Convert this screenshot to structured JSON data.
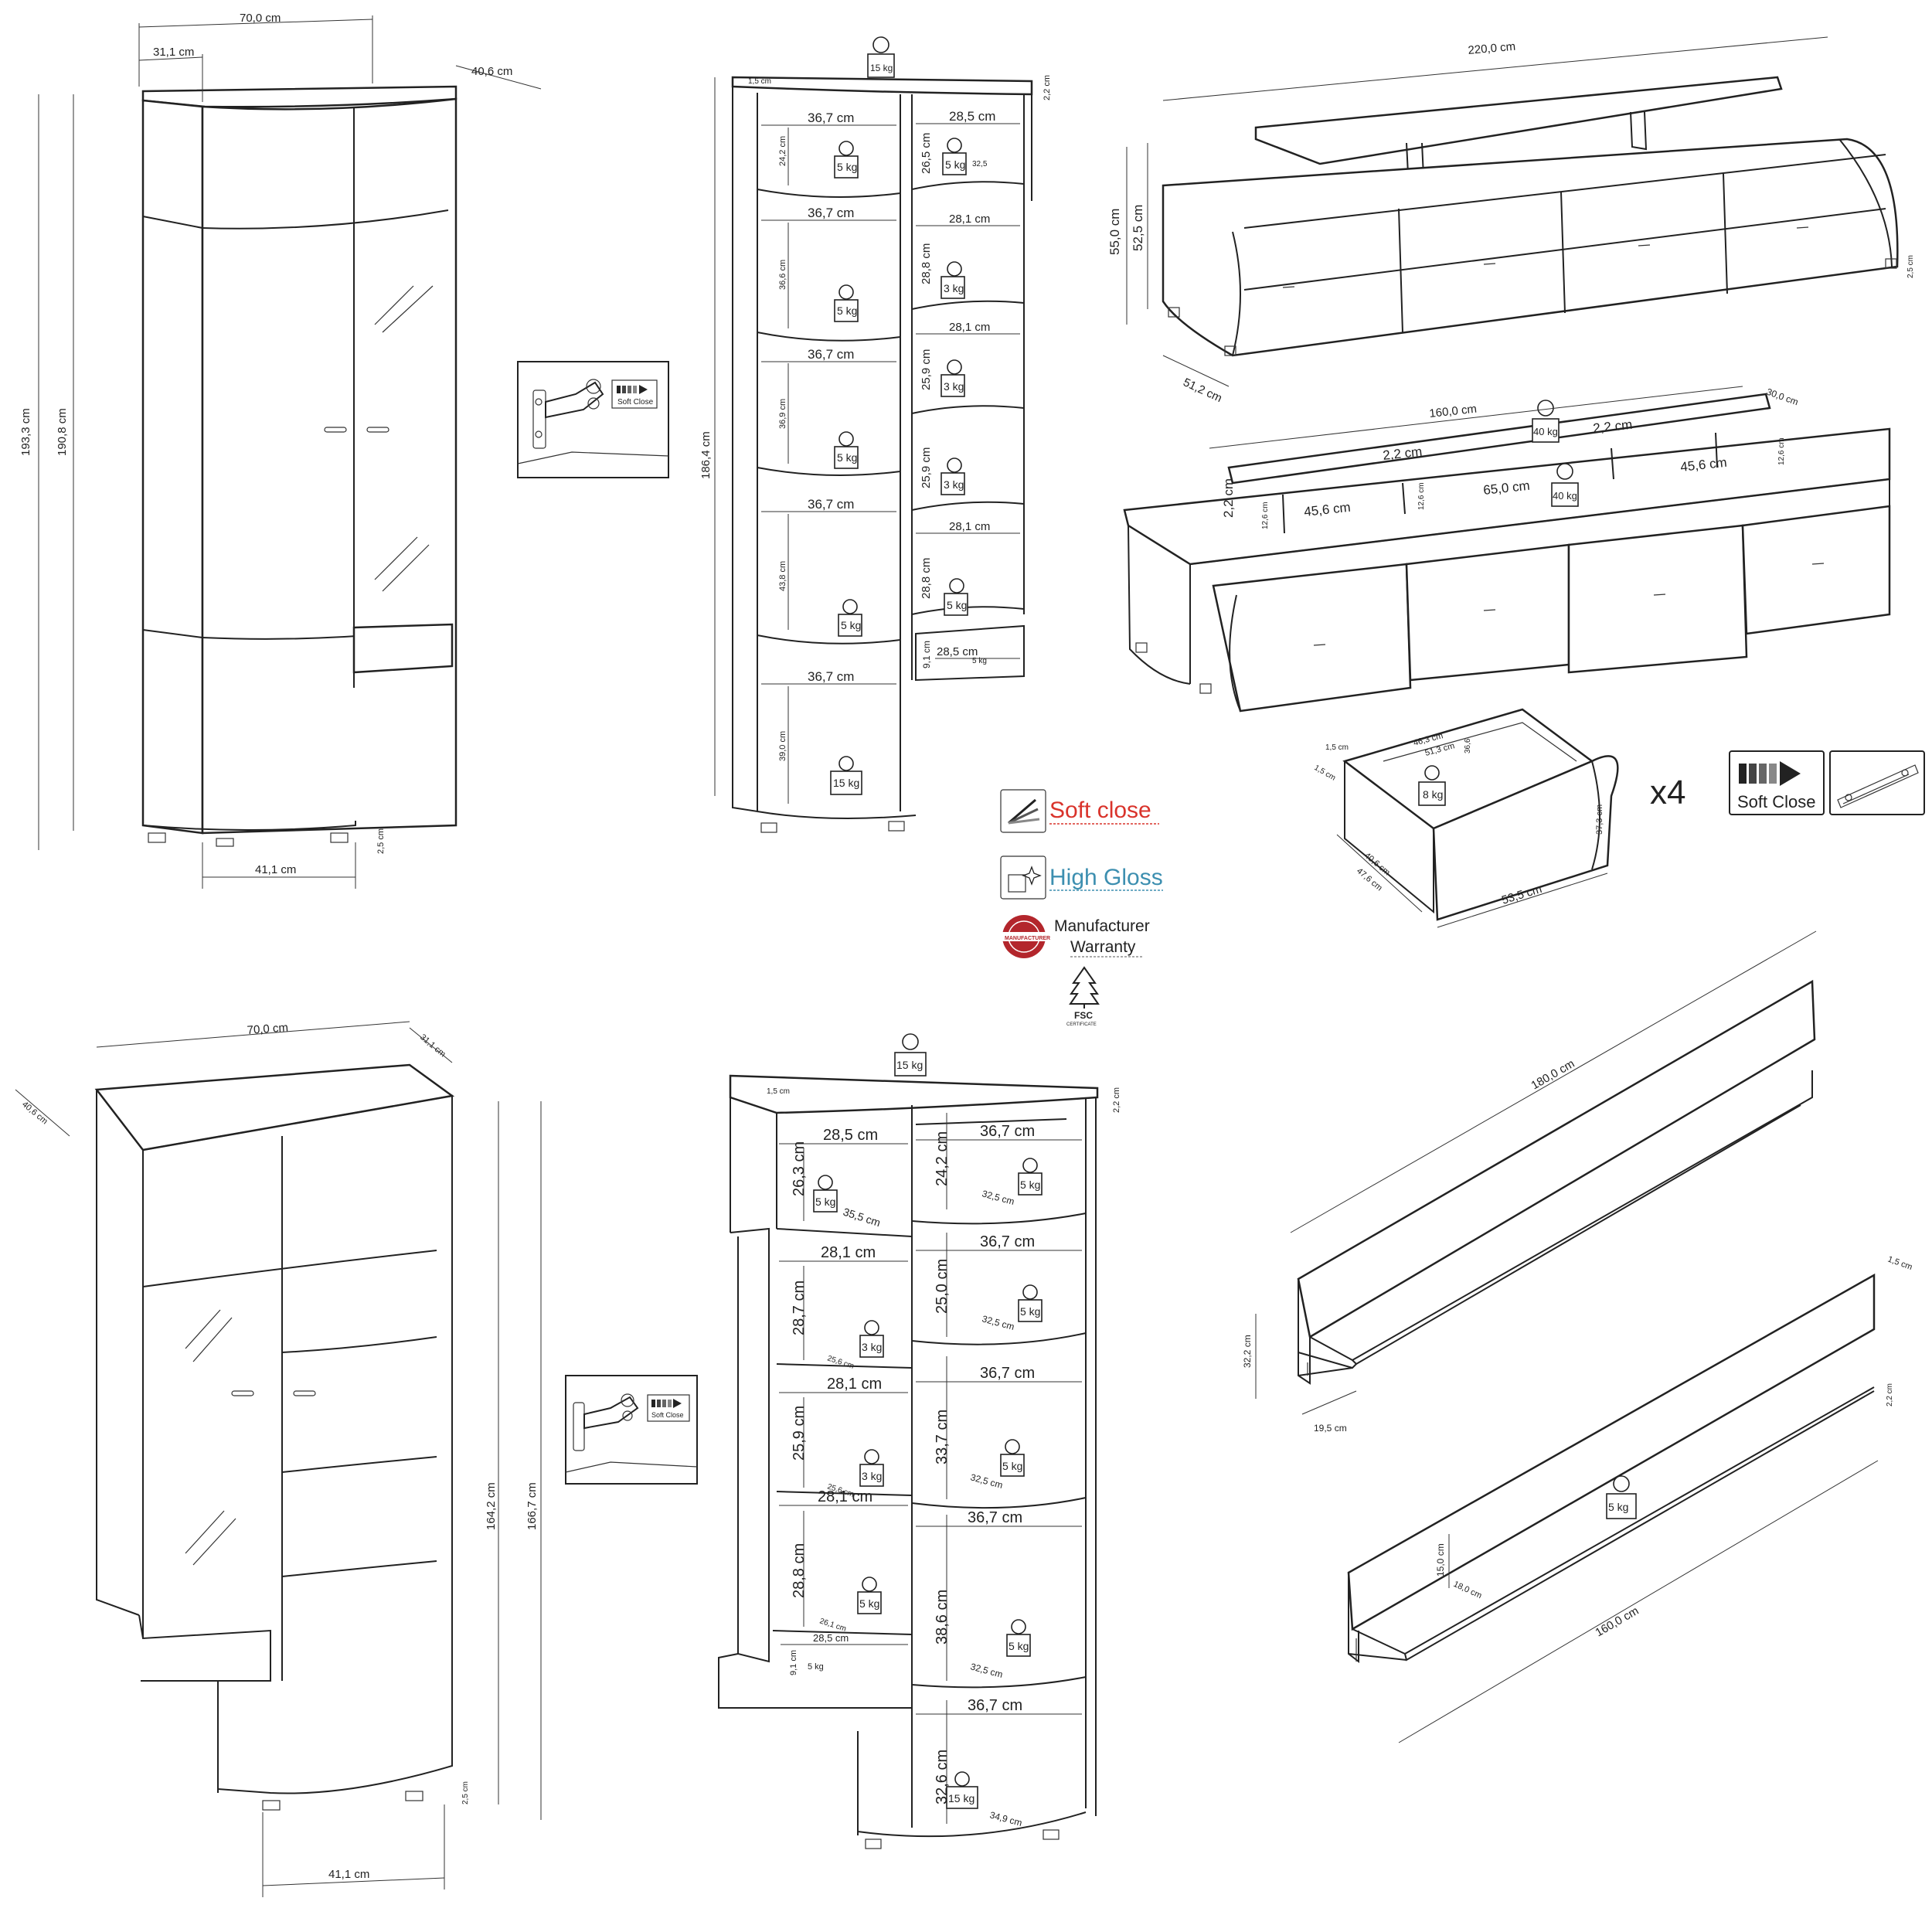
{
  "top_left_cabinet": {
    "width": "70,0 cm",
    "depth_small": "31,1 cm",
    "depth": "40,6 cm",
    "height_total": "193,3 cm",
    "height_body": "190,8 cm",
    "base_width": "41,1 cm",
    "foot": "2,5 cm"
  },
  "top_mid_cabinet": {
    "top_weight": "15 kg",
    "height": "186,4 cm",
    "board": "1,5 cm",
    "top_right": "2,2 cm",
    "left_widths": [
      "36,7 cm",
      "36,7 cm",
      "36,7 cm",
      "36,7 cm",
      "36,7 cm"
    ],
    "left_heights": [
      "24,2 cm",
      "36,6 cm",
      "36,9 cm",
      "43,8 cm",
      "39,0 cm"
    ],
    "left_weights": [
      "5 kg",
      "5 kg",
      "5 kg",
      "5 kg",
      "15 kg"
    ],
    "right_widths": [
      "28,5 cm",
      "28,1 cm",
      "28,1 cm",
      "28,1 cm",
      "28,5 cm"
    ],
    "right_heights": [
      "26,5 cm",
      "28,8 cm",
      "25,9 cm",
      "25,9 cm",
      "28,8 cm",
      "9,1 cm"
    ],
    "right_weights": [
      "5 kg",
      "3 kg",
      "3 kg",
      "3 kg",
      "5 kg",
      "5 kg"
    ],
    "depth_label": "32,5"
  },
  "hinge_top": {
    "label": "Soft Close"
  },
  "hinge_bottom": {
    "label": "Soft Close"
  },
  "tv_unit_top": {
    "width": "220,0 cm",
    "height_total": "55,0 cm",
    "height_body": "52,5 cm",
    "depth": "51,2 cm",
    "foot": "2,5 cm"
  },
  "tv_unit_open": {
    "shelf_width": "160,0 cm",
    "shelf_depth": "30,0 cm",
    "shelf_weight": "40 kg",
    "inner_weight": "40 kg",
    "gap_a": "2,2 cm",
    "gap_b": "2,2 cm",
    "gap_c": "2,2 cm",
    "compart_left": "45,6 cm",
    "compart_mid": "65,0 cm",
    "compart_right": "45,6 cm",
    "compart_h1": "12,6 cm",
    "compart_h2": "12,6 cm",
    "compart_h3": "12,6 cm"
  },
  "drawer": {
    "weight": "8 kg",
    "inner_w": "46,3 cm",
    "inner_w2": "51,3 cm",
    "inner_d": "36,6",
    "front_h": "37,3 cm",
    "depth1": "40,6 cm",
    "depth2": "47,6 cm",
    "width": "53,5 cm",
    "side": "1,5 cm",
    "side2": "1,5 cm"
  },
  "runner_badge": {
    "multiplier": "x4",
    "label": "Soft Close"
  },
  "features": {
    "soft_close": "Soft close",
    "high_gloss": "High Gloss",
    "warranty_line1": "Manufacturer",
    "warranty_line2": "Warranty",
    "warranty_seal": "MANUFACTURER",
    "fsc": "FSC",
    "fsc_sub": "CERTIFICATE",
    "colors": {
      "soft_close": "#d9332b",
      "high_gloss": "#3d8fb0",
      "seal": "#b3262c",
      "ink": "#222222"
    }
  },
  "bottom_left_cabinet": {
    "width": "70,0 cm",
    "depth_small": "31,1 cm",
    "depth": "40,6 cm",
    "height_a": "164,2 cm",
    "height_b": "166,7 cm",
    "base_width": "41,1 cm",
    "foot": "2,5 cm"
  },
  "bottom_mid_cabinet": {
    "top_weight": "15 kg",
    "board": "1,5 cm",
    "top_right": "2,2 cm",
    "left_widths": [
      "28,5 cm",
      "28,1 cm",
      "28,1 cm",
      "28,1 cm",
      "28,5 cm"
    ],
    "left_heights": [
      "26,3 cm",
      "28,7 cm",
      "25,9 cm",
      "28,8 cm",
      "9,1 cm"
    ],
    "left_weights": [
      "5 kg",
      "3 kg",
      "3 kg",
      "5 kg",
      "5 kg"
    ],
    "left_depths": [
      "35,5 cm",
      "25,6 cm",
      "25,6 cm",
      "26,1 cm"
    ],
    "right_widths": [
      "36,7 cm",
      "36,7 cm",
      "36,7 cm",
      "36,7 cm",
      "36,7 cm"
    ],
    "right_heights": [
      "24,2 cm",
      "25,0 cm",
      "33,7 cm",
      "38,6 cm",
      "32,6 cm"
    ],
    "right_weights": [
      "5 kg",
      "5 kg",
      "5 kg",
      "5 kg",
      "15 kg"
    ],
    "right_depths": [
      "32,5 cm",
      "32,5 cm",
      "32,5 cm",
      "32,5 cm",
      "34,9 cm"
    ]
  },
  "shelf_large": {
    "length": "180,0 cm",
    "height": "32,2 cm",
    "depth": "19,5 cm"
  },
  "shelf_small": {
    "length": "160,0 cm",
    "height": "15,0 cm",
    "depth": "18,0 cm",
    "board": "1,5 cm",
    "board2": "2,2 cm",
    "weight": "5 kg"
  }
}
